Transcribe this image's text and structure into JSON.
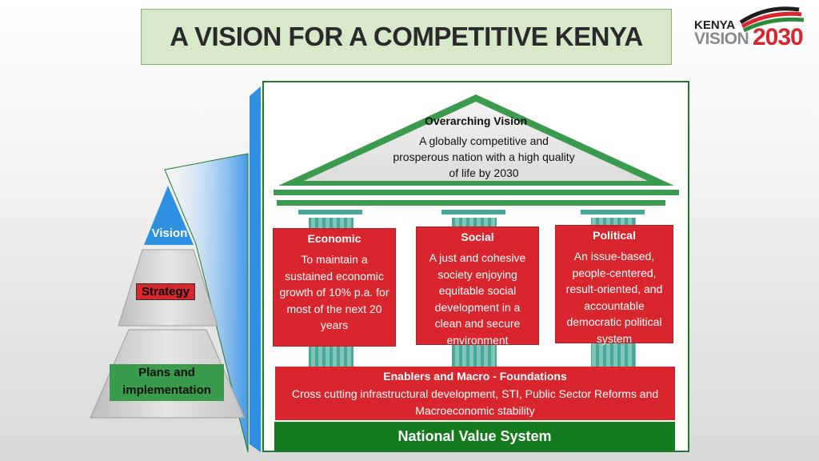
{
  "title": "A VISION FOR A COMPETITIVE KENYA",
  "logo": {
    "line1": "KENYA",
    "line2": "VISION",
    "year": "2030"
  },
  "pyramid": {
    "vision": "Vision",
    "strategy": "Strategy",
    "plans_line1": "Plans and",
    "plans_line2": "implementation"
  },
  "roof": {
    "heading": "Overarching Vision",
    "body": "A globally competitive and prosperous nation with a high quality of life by 2030"
  },
  "pillars": [
    {
      "name": "Economic",
      "body": "To maintain a sustained economic growth of 10% p.a. for most of the next 20  years"
    },
    {
      "name": "Social",
      "body": "A just and cohesive society enjoying equitable social development in a clean and secure environment"
    },
    {
      "name": "Political",
      "body": "An issue-based, people-centered, result-oriented, and accountable democratic political system"
    }
  ],
  "enablers": {
    "heading": "Enablers and Macro - Foundations",
    "body": "Cross cutting infrastructural development, STI, Public Sector Reforms and Macroeconomic stability"
  },
  "foundation": "National Value System",
  "colors": {
    "title_bg": "#d7e9c8",
    "roof_green": "#3a9a4e",
    "pillar_red": "#d9262e",
    "foundation_green": "#147a1e",
    "pyramid_blue": "#2f8fe0",
    "column_teal": "#4aa89a"
  }
}
